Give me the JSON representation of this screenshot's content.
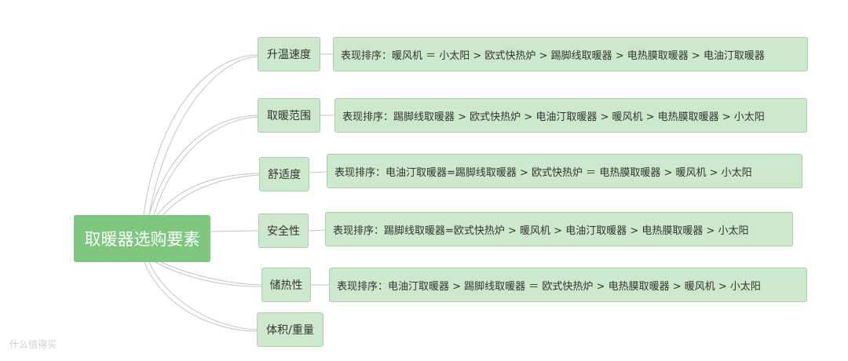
{
  "mindmap": {
    "root": {
      "label": "取暖器选购要素",
      "color": "#7ec77e"
    },
    "branches": [
      {
        "label": "升温速度",
        "detail": "表现排序：暖风机 ＝ 小太阳 > 欧式快热炉 > 踢脚线取暖器 > 电热膜取暖器 > 电油汀取暖器"
      },
      {
        "label": "取暖范围",
        "detail": "表现排序：踢脚线取暖器 > 欧式快热炉 > 电油汀取暖器 > 暖风机 > 电热膜取暖器 > 小太阳"
      },
      {
        "label": "舒适度",
        "detail": "表现排序：电油汀取暖器=踢脚线取暖器 > 欧式快热炉 ＝ 电热膜取暖器 > 暖风机  > 小太阳"
      },
      {
        "label": "安全性",
        "detail": "表现排序：踢脚线取暖器=欧式快热炉 > 暖风机 > 电油汀取暖器 > 电热膜取暖器 > 小太阳"
      },
      {
        "label": "储热性",
        "detail": "表现排序：电油汀取暖器 > 踢脚线取暖器 ＝ 欧式快热炉  > 电热膜取暖器 > 暖风机 > 小太阳"
      },
      {
        "label": "体积/重量",
        "detail": ""
      }
    ],
    "node_fill": "#cde9cd",
    "node_border": "#a9d2a9",
    "link_color": "#c4c4c4"
  },
  "watermark": "什么值得买"
}
